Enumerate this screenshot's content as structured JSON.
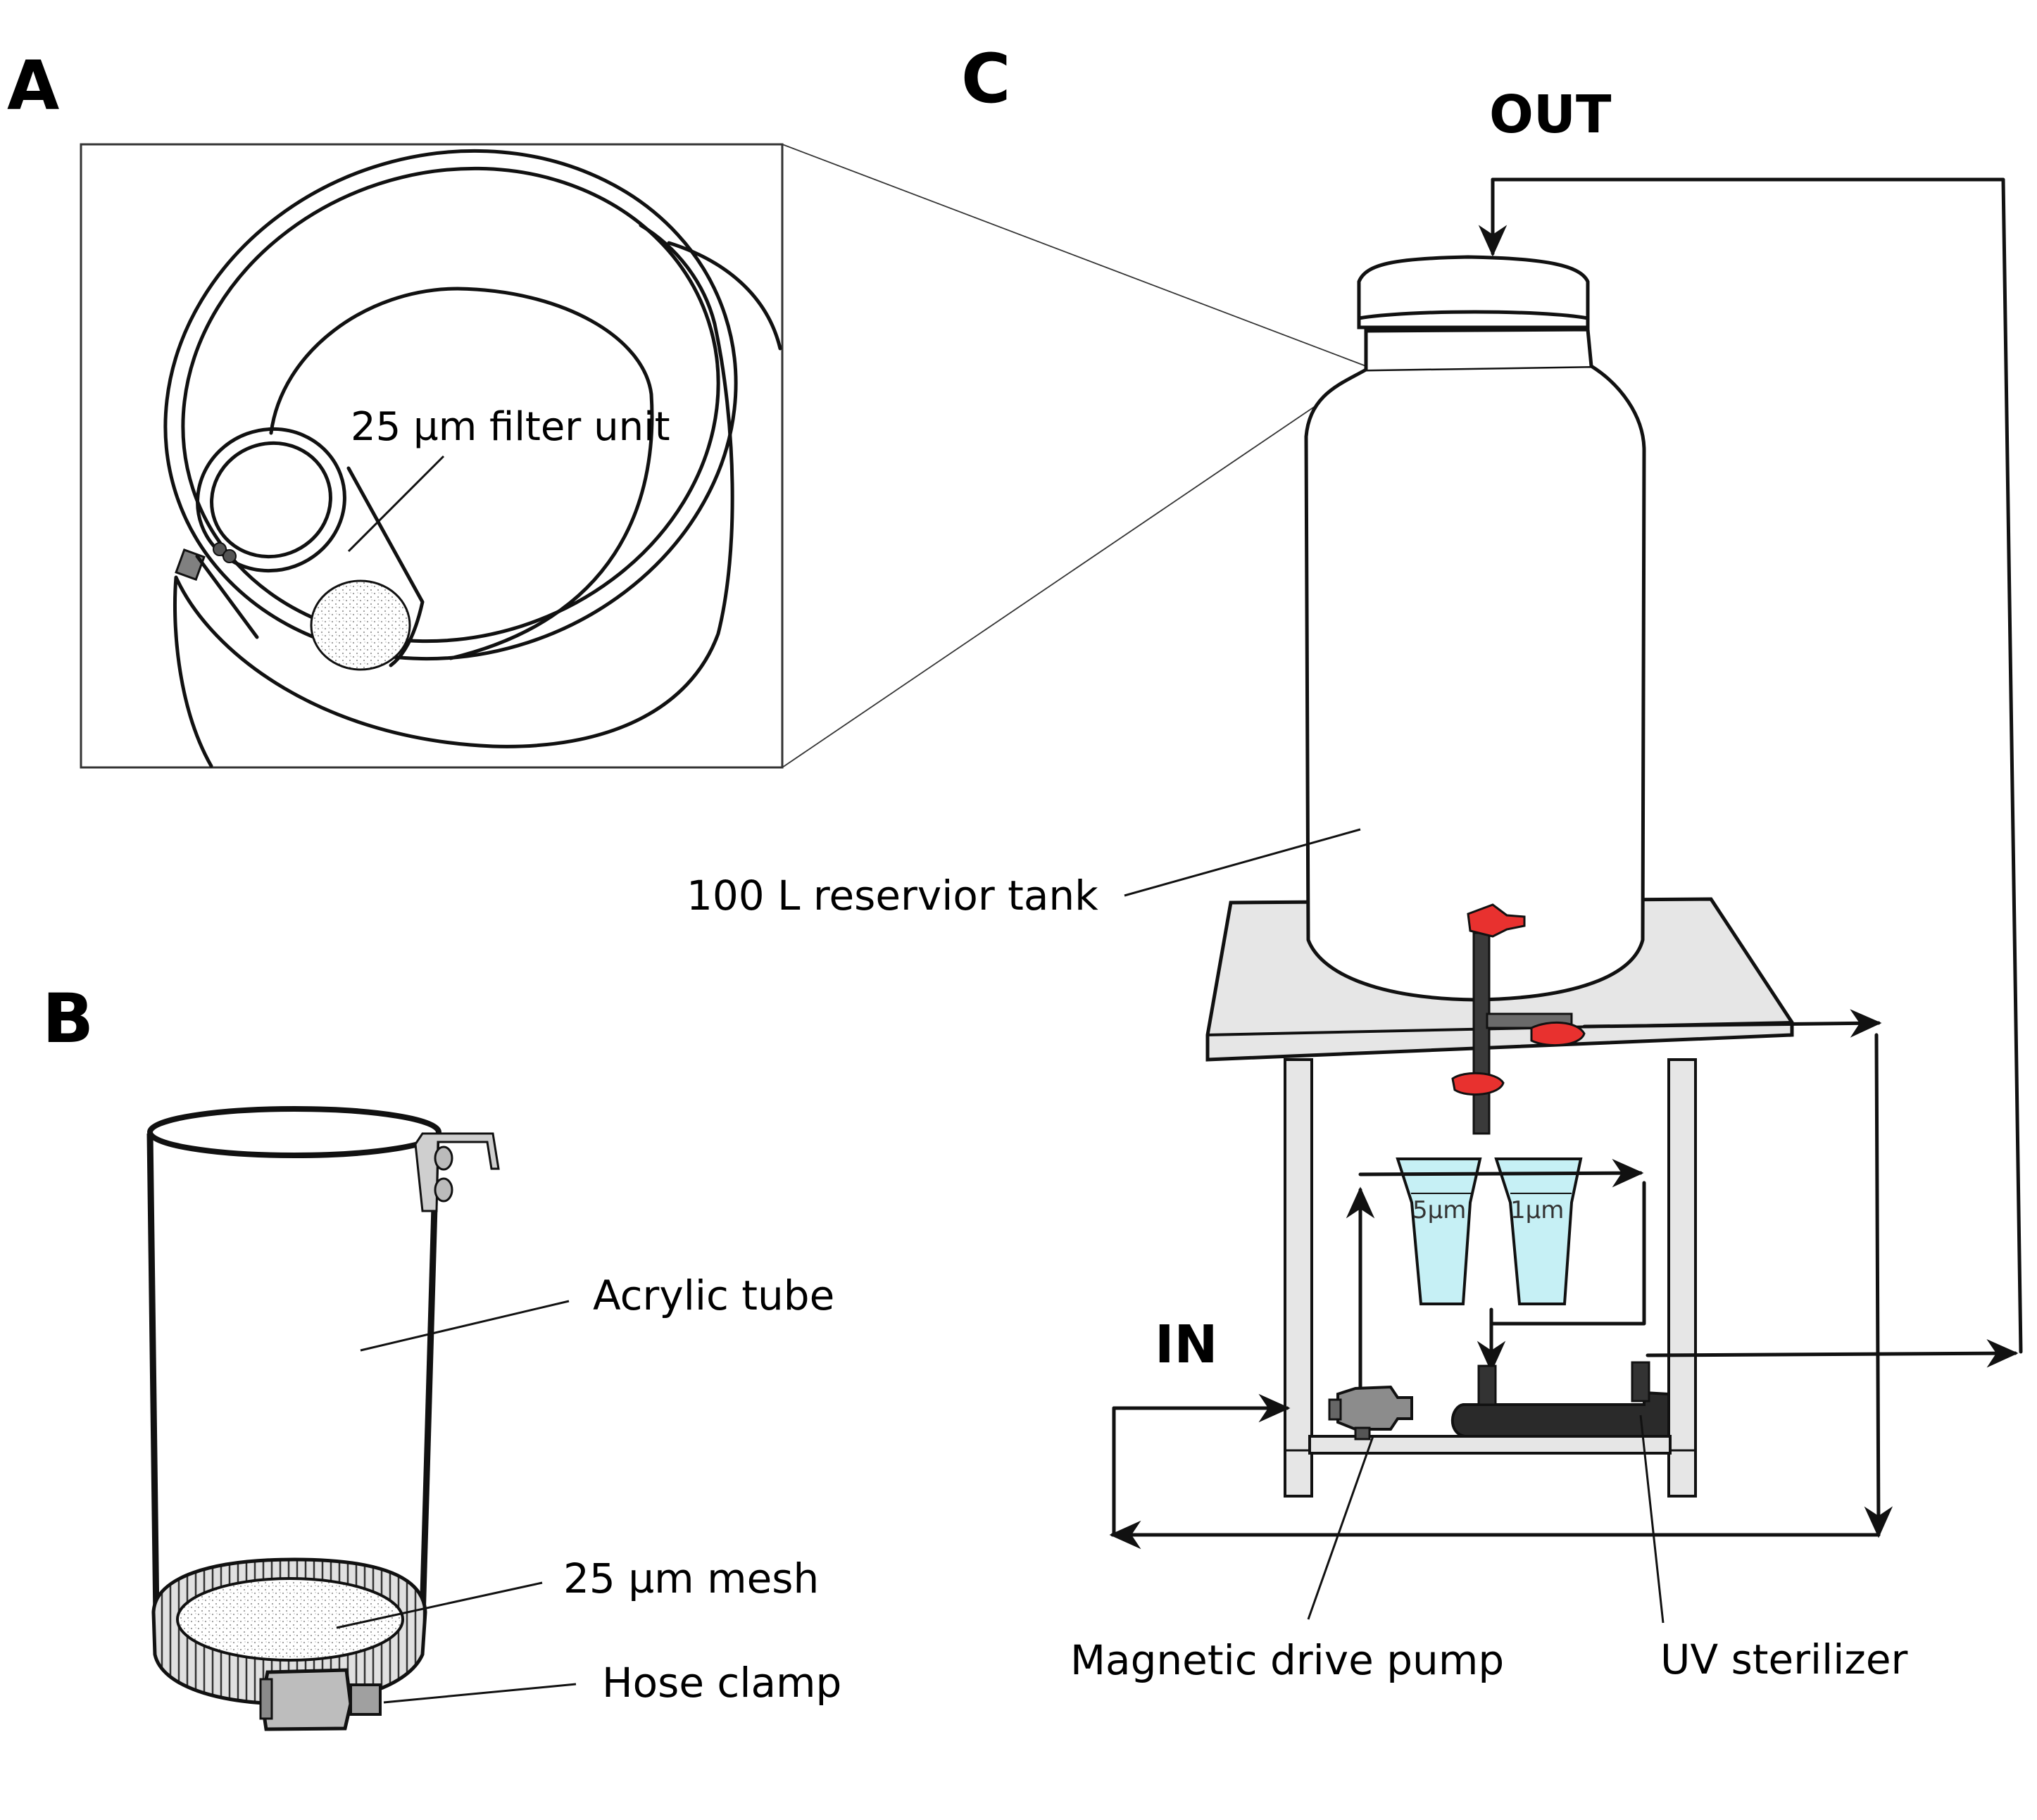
{
  "panels": {
    "a": {
      "letter": "A",
      "filter_label": "25 µm filter unit"
    },
    "b": {
      "letter": "B",
      "tube_label": "Acrylic tube",
      "mesh_label": "25 µm mesh",
      "clamp_label": "Hose clamp"
    },
    "c": {
      "letter": "C",
      "out_label": "OUT",
      "in_label": "IN",
      "tank_label": "100 L reservior tank",
      "cartridge_5": "5µm",
      "cartridge_1": "1µm",
      "pump_label": "Magnetic drive pump",
      "uv_label": "UV sterilizer"
    }
  },
  "colors": {
    "valve": "#e8312f",
    "cartridge": "#c6f0f5",
    "table": "#e6e6e6",
    "sterilizer": "#2a2a2a",
    "pump": "#8c8c8c",
    "clamp": "#bdbdbd"
  }
}
